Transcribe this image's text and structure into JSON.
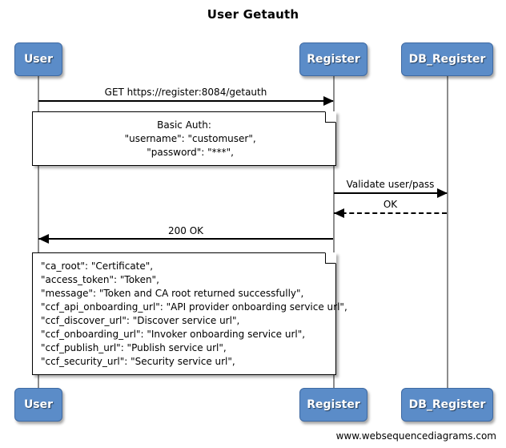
{
  "diagram": {
    "title": "User Getauth",
    "footer": "www.websequencediagrams.com",
    "accent_color": "#5b8cc8",
    "border_color": "#3f6aa3",
    "lifeline_color": "#8c8c8c",
    "line_color": "#000000",
    "note_background": "#ffffff"
  },
  "participants": [
    {
      "name": "User",
      "label": "User"
    },
    {
      "name": "Register",
      "label": "Register"
    },
    {
      "name": "DB_Register",
      "label": "DB_Register"
    }
  ],
  "messages": [
    {
      "label": "GET https://register:8084/getauth",
      "from": "User",
      "to": "Register",
      "style": "solid",
      "direction": "right"
    },
    {
      "label": "Validate user/pass",
      "from": "Register",
      "to": "DB_Register",
      "style": "solid",
      "direction": "right"
    },
    {
      "label": "OK",
      "from": "DB_Register",
      "to": "Register",
      "style": "dashed",
      "direction": "left"
    },
    {
      "label": "200 OK",
      "from": "Register",
      "to": "User",
      "style": "solid",
      "direction": "left"
    }
  ],
  "notes": [
    {
      "name": "basic-auth-note",
      "align": "center",
      "lines": [
        "Basic Auth:",
        "    \"username\": \"customuser\",",
        "    \"password\": \"***\","
      ]
    },
    {
      "name": "auth-response-note",
      "align": "left",
      "lines": [
        "\"ca_root\": \"Certificate\",",
        "\"access_token\": \"Token\",",
        "\"message\": \"Token and CA root returned successfully\",",
        "\"ccf_api_onboarding_url\": \"API provider onboarding service url\",",
        "\"ccf_discover_url\": \"Discover service url\",",
        "\"ccf_onboarding_url\": \"Invoker onboarding service url\",",
        "\"ccf_publish_url\": \"Publish service url\",",
        "\"ccf_security_url\": \"Security service url\","
      ]
    }
  ]
}
